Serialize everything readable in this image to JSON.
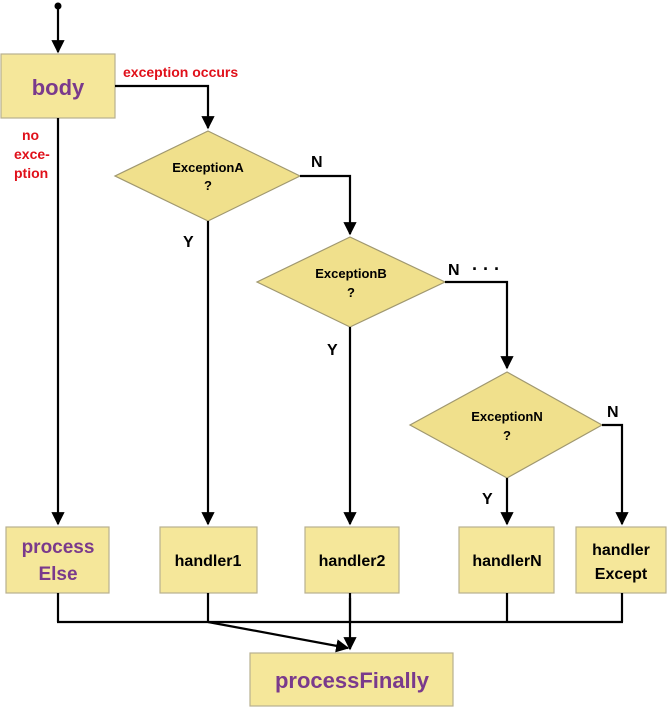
{
  "nodes": {
    "body": "body",
    "process_else": [
      "process",
      "Else"
    ],
    "handler1": "handler1",
    "handler2": "handler2",
    "handlerN": "handlerN",
    "handler_except": [
      "handler",
      "Except"
    ],
    "process_finally": "processFinally"
  },
  "decisions": {
    "exceptionA": [
      "ExceptionA",
      "?"
    ],
    "exceptionB": [
      "ExceptionB",
      "?"
    ],
    "exceptionN": [
      "ExceptionN",
      "?"
    ]
  },
  "edge_labels": {
    "exception_occurs": "exception occurs",
    "no_exception": [
      "no",
      "exce-",
      "ption"
    ],
    "yes": "Y",
    "no": "N",
    "ellipsis": "· · ·"
  },
  "colors": {
    "box_fill": "#f5e79a",
    "diamond_fill": "#f0e08c",
    "purple_text": "#7a3a8c",
    "red_text": "#e0101a"
  }
}
